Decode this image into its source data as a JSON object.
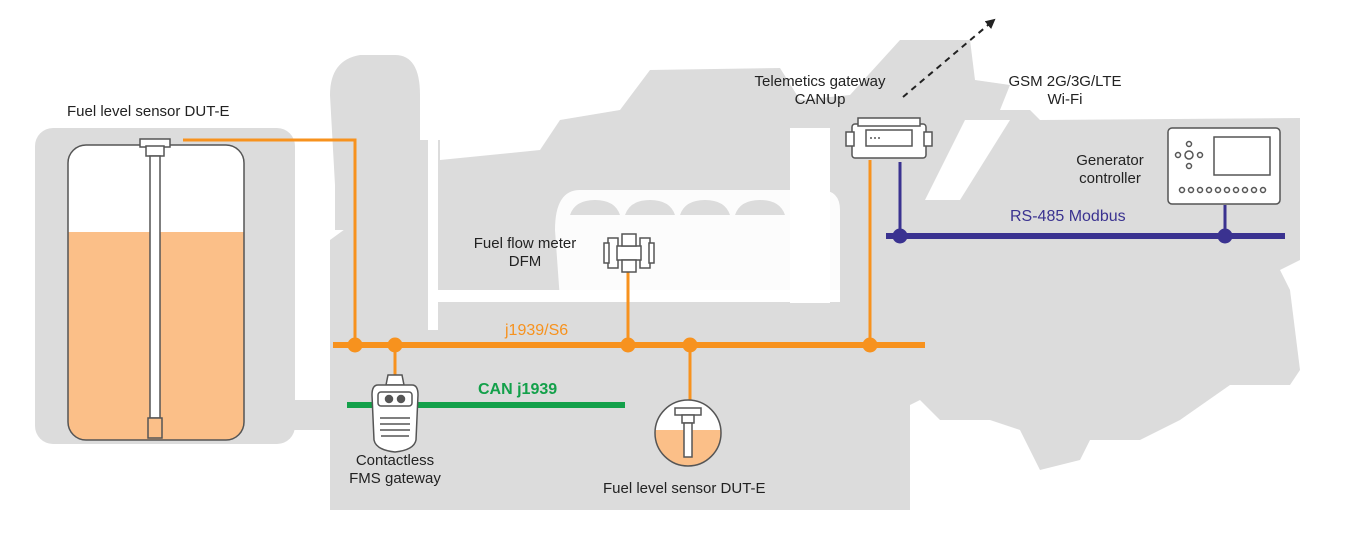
{
  "colors": {
    "background": "#ffffff",
    "silhouette": "#dcdcdc",
    "fuel": "#fbbf88",
    "j1939_s6_bus": "#f7921e",
    "can_j1939_bus": "#13a04a",
    "rs485_bus": "#3a3290",
    "device_outline": "#555555",
    "text": "#222222"
  },
  "labels": {
    "tank_sensor": "Fuel level sensor DUT-E",
    "telematics_line1": "Telemetics gateway",
    "telematics_line2": "CANUp",
    "gsm_line1": "GSM 2G/3G/LTE",
    "gsm_line2": "Wi-Fi",
    "generator_line1": "Generator",
    "generator_line2": "controller",
    "flow_meter_line1": "Fuel flow meter",
    "flow_meter_line2": "DFM",
    "fms_line1": "Contactless",
    "fms_line2": "FMS gateway",
    "engine_sensor": "Fuel level sensor DUT-E"
  },
  "buses": {
    "j1939_s6": "j1939/S6",
    "can_j1939": "CAN j1939",
    "rs485": "RS-485 Modbus"
  },
  "icons": {
    "uplink": "dashed-arrow-icon",
    "tank": "fuel-tank-icon",
    "flow_meter": "flow-meter-icon",
    "fms": "fms-gateway-icon",
    "telematics": "telematics-gateway-icon",
    "controller": "generator-controller-icon",
    "engine_sensor": "fuel-sensor-circle-icon"
  }
}
